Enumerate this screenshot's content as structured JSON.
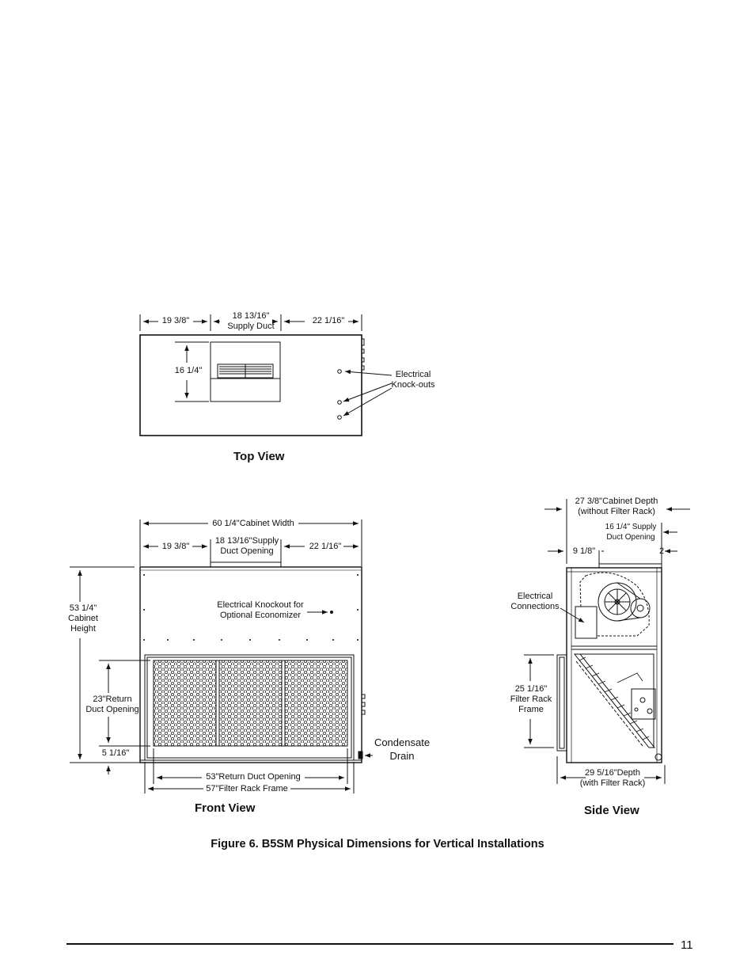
{
  "top_view": {
    "title": "Top View",
    "dim_left": "19 3/8\"",
    "dim_supply": "18 13/16\"\nSupply Duct",
    "dim_right": "22 1/16\"",
    "dim_height": "16 1/4\"",
    "electrical_label": "Electrical\nKnock-outs"
  },
  "front_view": {
    "title": "Front View",
    "cabinet_width": "60 1/4\"Cabinet Width",
    "dim_left": "19 3/8\"",
    "dim_supply": "18 13/16\"Supply\nDuct Opening",
    "dim_right": "22 1/16\"",
    "cabinet_height": "53 1/4\"\nCabinet\nHeight",
    "return_opening_height": "23\"Return\nDuct Opening",
    "bottom_offset": "5 1/16\"",
    "electrical_knockout": "Electrical Knockout for\nOptional Economizer",
    "condensate_drain": "Condensate\nDrain",
    "return_duct_width": "53\"Return Duct Opening",
    "filter_rack_width": "57\"Filter Rack Frame"
  },
  "side_view": {
    "title": "Side View",
    "cabinet_depth": "27 3/8\"Cabinet Depth\n(without Filter Rack)",
    "supply_opening": "16 1/4\" Supply\nDuct Opening",
    "dim_left": "9 1/8\"",
    "dim_right": "2",
    "electrical_connections": "Electrical\nConnections",
    "filter_rack_frame": "25 1/16\"\nFilter Rack\nFrame",
    "depth_with_rack": "29 5/16\"Depth\n(with Filter  Rack)"
  },
  "figure_caption": "Figure 6. B5SM Physical Dimensions for Vertical Installations",
  "page_number": "11"
}
